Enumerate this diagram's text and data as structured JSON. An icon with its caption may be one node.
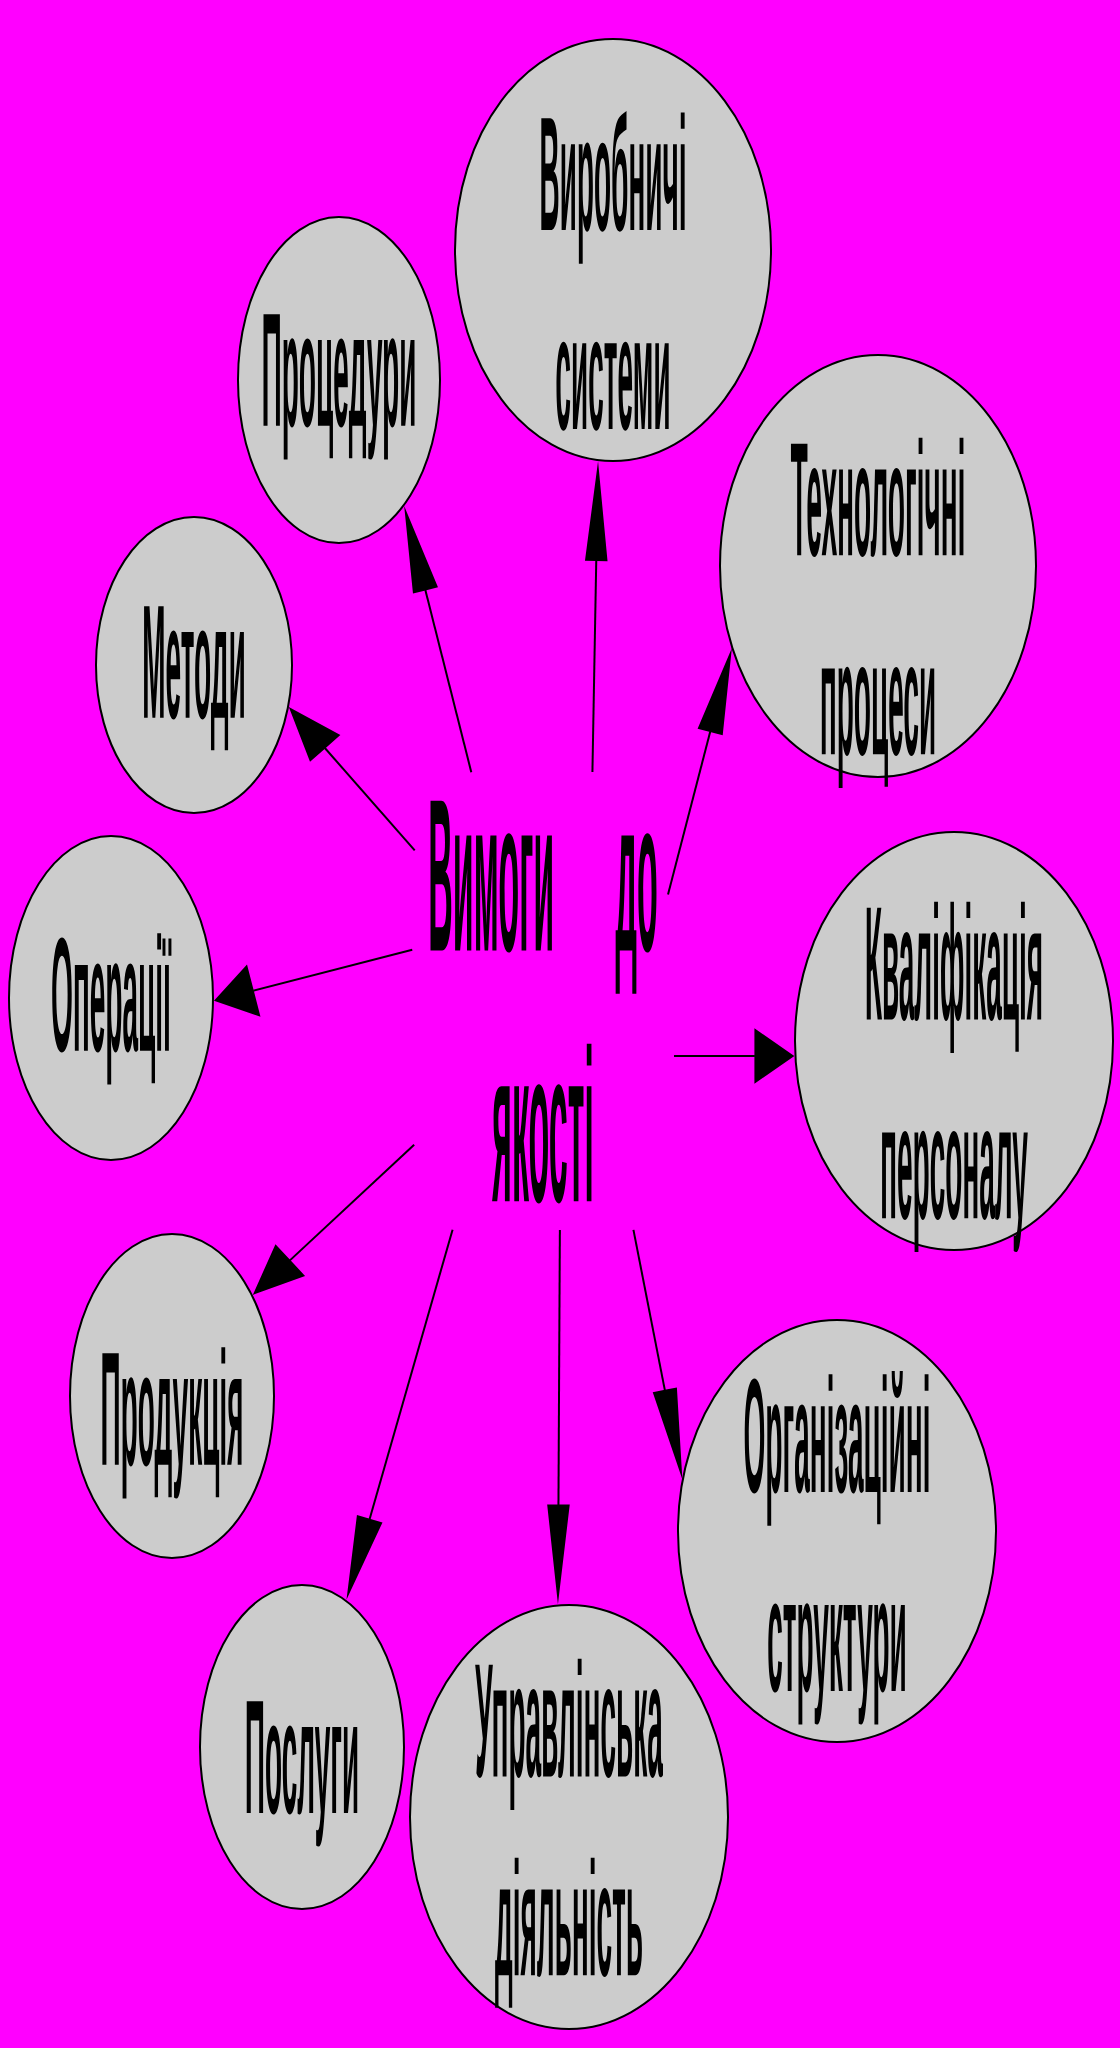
{
  "diagram": {
    "nodes": [
      {
        "text": [
          "Вимоги до якості"
        ]
      },
      {
        "text": [
          "Виробничі системи"
        ]
      },
      {
        "text": [
          "Процедури"
        ]
      },
      {
        "text": [
          "Технологічні процеси"
        ]
      },
      {
        "text": [
          "Методи"
        ]
      },
      {
        "text": [
          "Кваліфікація персоналу"
        ]
      },
      {
        "text": [
          "Операції"
        ]
      },
      {
        "text": [
          "Продукція"
        ]
      },
      {
        "text": [
          "Організаційні структури"
        ]
      },
      {
        "text": [
          "Послуги"
        ]
      },
      {
        "text": [
          "Управлінська діяльність"
        ]
      }
    ],
    "edges": [
      {
        "from": 0,
        "to": 1,
        "arrow": "to"
      },
      {
        "from": 0,
        "to": 2,
        "arrow": "to"
      },
      {
        "from": 0,
        "to": 3,
        "arrow": "to"
      },
      {
        "from": 0,
        "to": 4,
        "arrow": "to"
      },
      {
        "from": 0,
        "to": 5,
        "arrow": "to"
      },
      {
        "from": 0,
        "to": 6,
        "arrow": "to"
      },
      {
        "from": 0,
        "to": 7,
        "arrow": "to"
      },
      {
        "from": 0,
        "to": 8,
        "arrow": "to"
      },
      {
        "from": 0,
        "to": 9,
        "arrow": "to"
      },
      {
        "from": 0,
        "to": 10,
        "arrow": "to"
      }
    ]
  }
}
